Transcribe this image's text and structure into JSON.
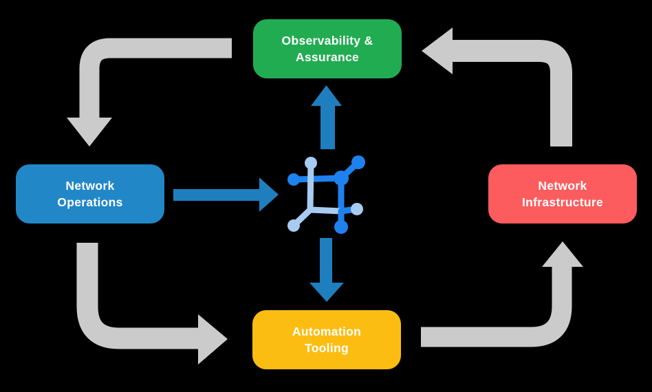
{
  "colors": {
    "background": "#000000",
    "observability_box": "#22AC52",
    "operations_box": "#2187C7",
    "infrastructure_box": "#FC5C5E",
    "automation_box": "#FCBD13",
    "flow_arrow": "#CBCBCB",
    "hub_arrow": "#1F7EBE",
    "icon_primary": "#1E82EE",
    "icon_secondary": "#A8CBF1",
    "label_text": "#FFFFFF"
  },
  "nodes": {
    "observability": {
      "line1": "Observability &",
      "line2": "Assurance"
    },
    "operations": {
      "line1": "Network",
      "line2": "Operations"
    },
    "infrastructure": {
      "line1": "Network",
      "line2": "Infrastructure"
    },
    "automation": {
      "line1": "Automation",
      "line2": "Tooling"
    }
  },
  "icons": {
    "hub": "network-mesh-icon"
  }
}
